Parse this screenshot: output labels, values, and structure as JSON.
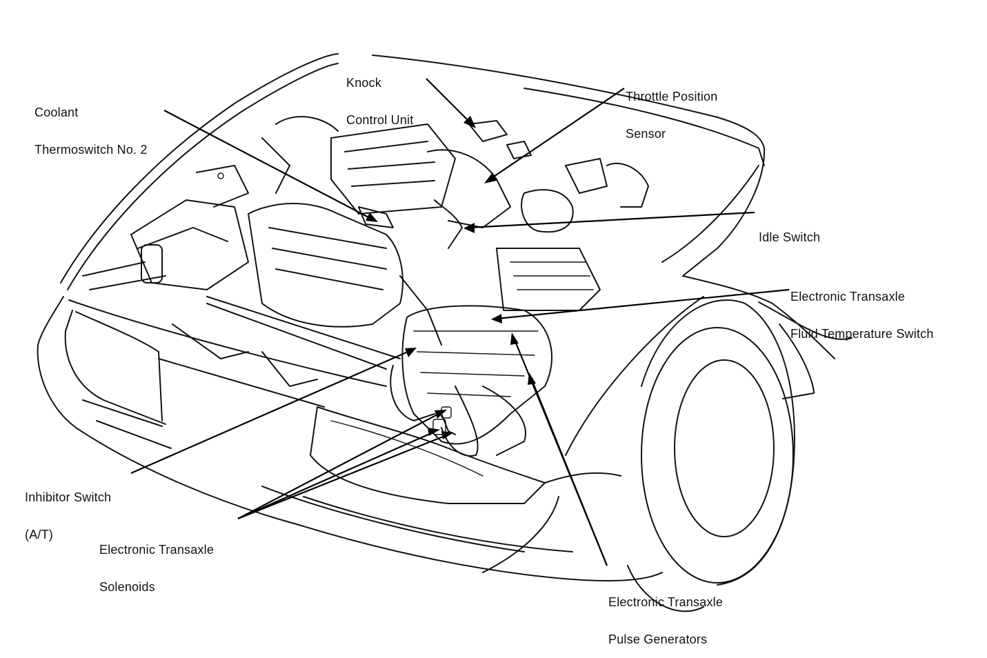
{
  "labels": {
    "knock_control_unit": [
      "Knock",
      "Control Unit"
    ],
    "throttle_position_sensor": [
      "Throttle Position",
      "Sensor"
    ],
    "coolant_thermoswitch": [
      "Coolant",
      "Thermoswitch No. 2"
    ],
    "idle_switch": [
      "Idle Switch"
    ],
    "fluid_temperature_switch": [
      "Electronic Transaxle",
      "Fluid Temperature Switch"
    ],
    "inhibitor_switch": [
      "Inhibitor Switch",
      "(A/T)"
    ],
    "transaxle_solenoids": [
      "Electronic Transaxle",
      "Solenoids"
    ],
    "pulse_generators": [
      "Electronic Transaxle",
      "Pulse Generators"
    ]
  }
}
